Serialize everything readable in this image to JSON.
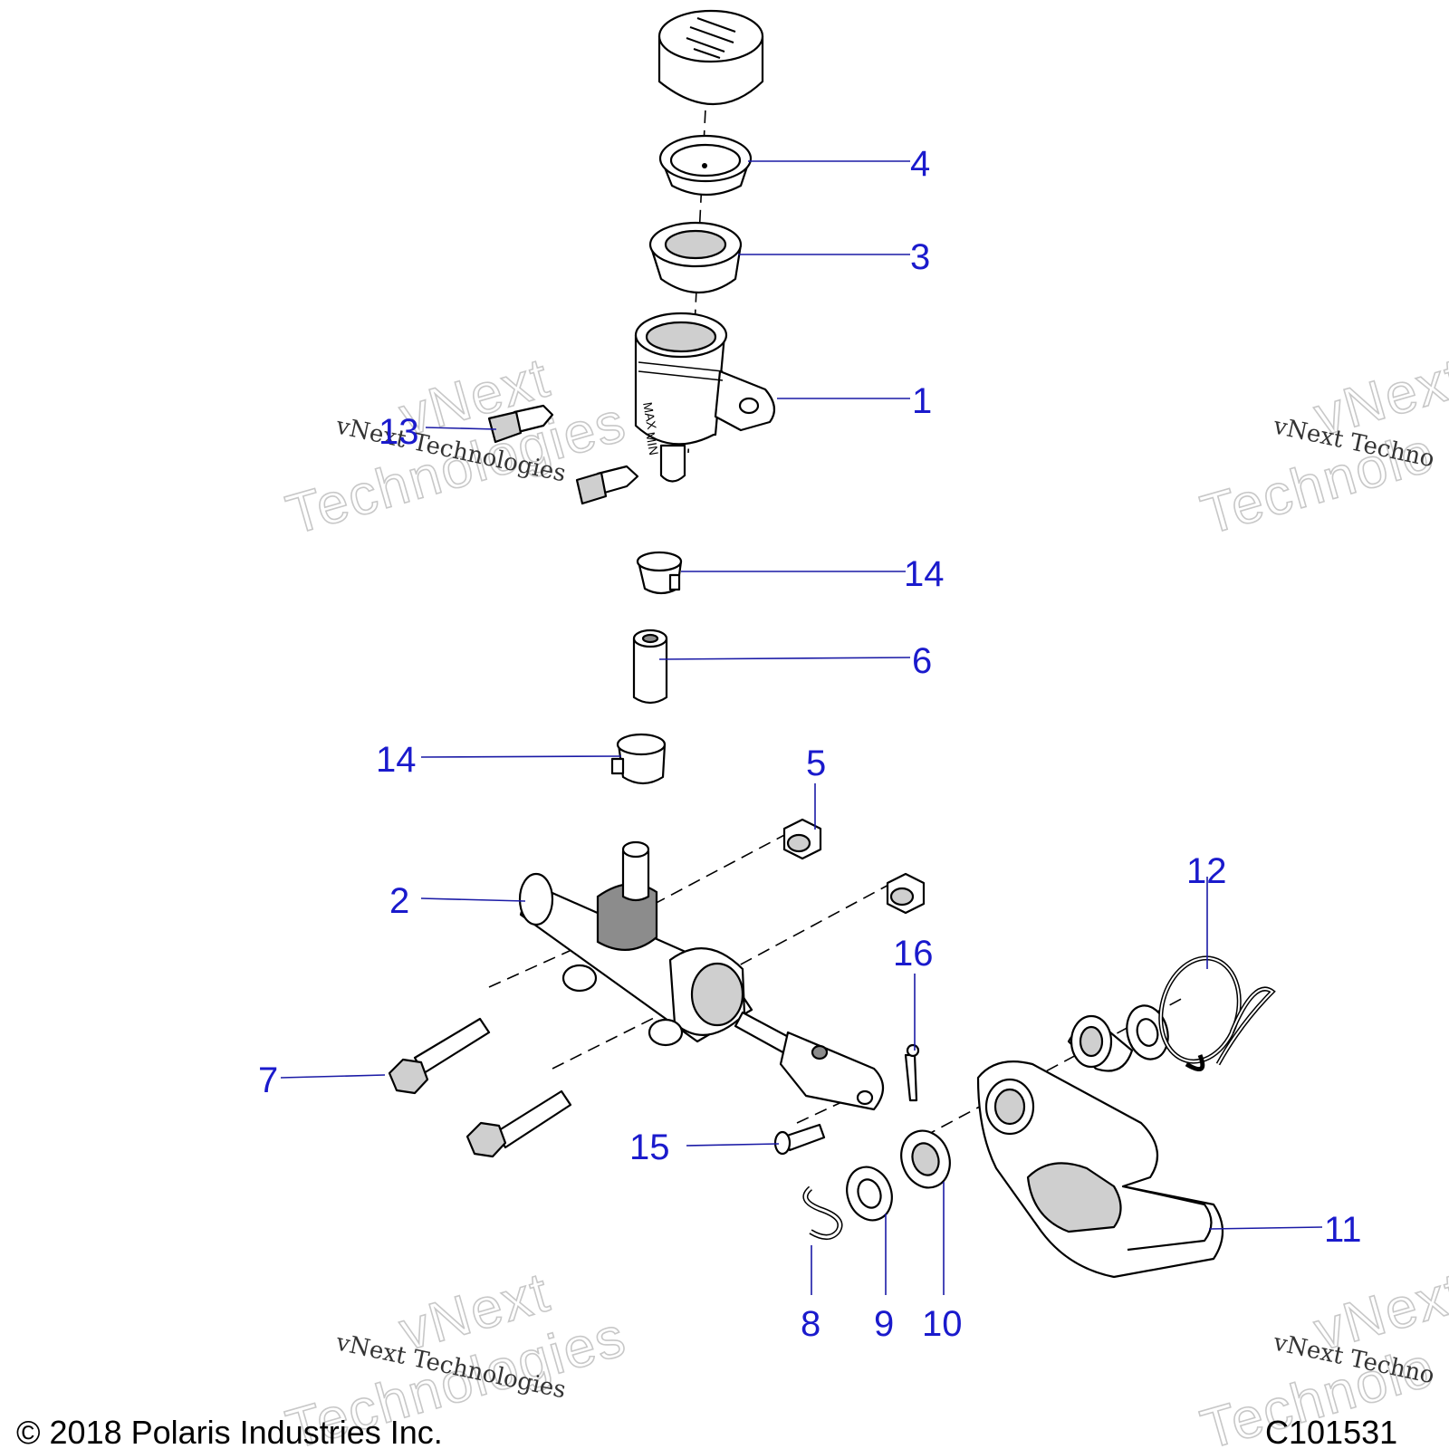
{
  "callouts": [
    "1",
    "2",
    "3",
    "4",
    "5",
    "6",
    "7",
    "8",
    "9",
    "10",
    "11",
    "12",
    "13",
    "14",
    "14",
    "15",
    "16"
  ],
  "watermark": {
    "line1": "vNext",
    "line2": "Technologies",
    "small": "vNext Technologies",
    "small_cut": "vNext Techno",
    "line1_cut": "vNext",
    "line2_cut": "Technolo"
  },
  "footer": {
    "copyright": "© 2018 Polaris Industries Inc.",
    "figure_id": "C101531"
  }
}
